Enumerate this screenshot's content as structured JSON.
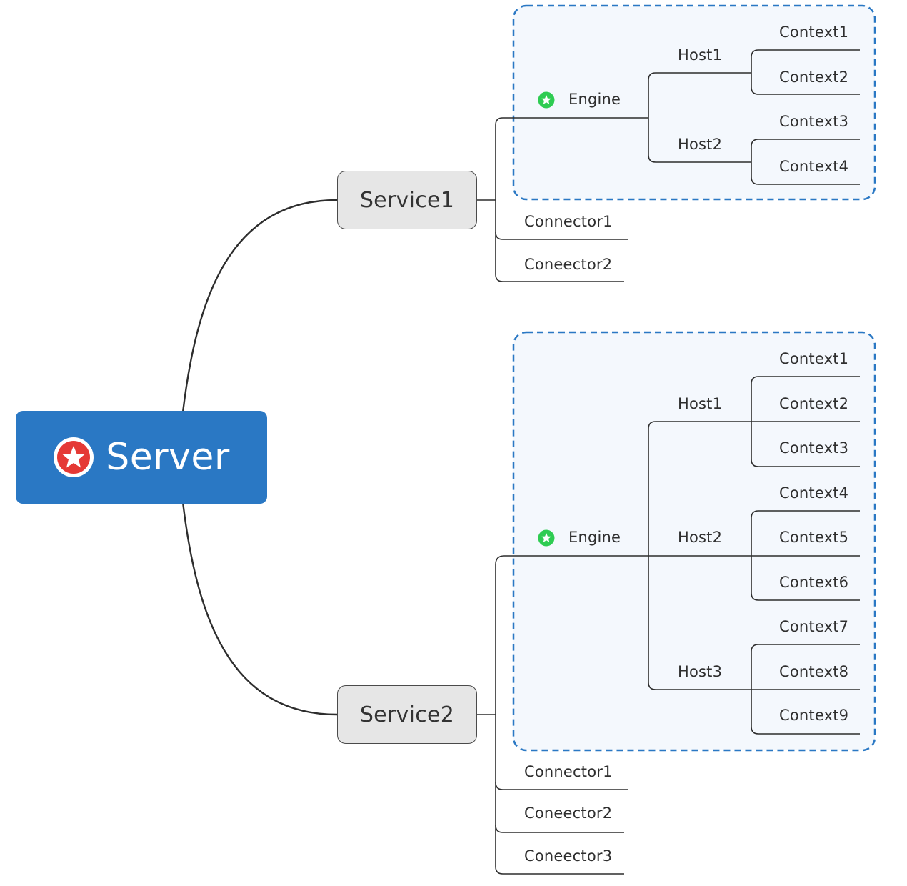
{
  "root": {
    "label": "Server",
    "icon": "star-icon",
    "color": "#2a78c4",
    "icon_color": "#e53935"
  },
  "engine_icon": "star-icon",
  "engine_icon_color": "#2ecc52",
  "group_border_color": "#2a78c4",
  "services": [
    {
      "label": "Service1",
      "engine": {
        "label": "Engine",
        "hosts": [
          {
            "label": "Host1",
            "contexts": [
              "Context1",
              "Context2"
            ]
          },
          {
            "label": "Host2",
            "contexts": [
              "Context3",
              "Context4"
            ]
          }
        ]
      },
      "connectors": [
        "Connector1",
        "Coneector2"
      ]
    },
    {
      "label": "Service2",
      "engine": {
        "label": "Engine",
        "hosts": [
          {
            "label": "Host1",
            "contexts": [
              "Context1",
              "Context2",
              "Context3"
            ]
          },
          {
            "label": "Host2",
            "contexts": [
              "Context4",
              "Context5",
              "Context6"
            ]
          },
          {
            "label": "Host3",
            "contexts": [
              "Context7",
              "Context8",
              "Context9"
            ]
          }
        ]
      },
      "connectors": [
        "Connector1",
        "Coneector2",
        "Coneector3"
      ]
    }
  ]
}
